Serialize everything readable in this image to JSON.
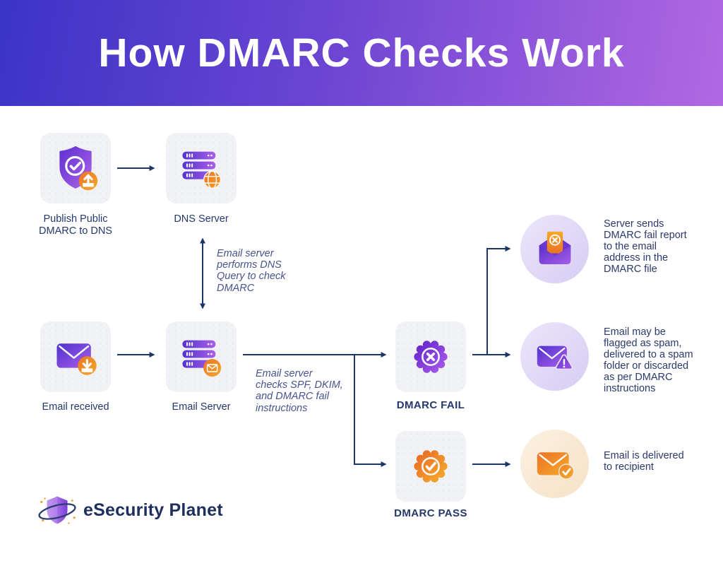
{
  "header": {
    "title": "How DMARC Checks Work"
  },
  "nodes": {
    "publish": {
      "label": "Publish Public\nDMARC to DNS",
      "icon": "shield-check-upload-icon"
    },
    "dns_server": {
      "label": "DNS Server",
      "icon": "server-globe-icon"
    },
    "email_received": {
      "label": "Email received",
      "icon": "envelope-download-icon"
    },
    "email_server": {
      "label": "Email Server",
      "icon": "server-envelope-icon"
    },
    "dmarc_fail": {
      "label": "DMARC FAIL",
      "icon": "fail-seal-icon"
    },
    "dmarc_pass": {
      "label": "DMARC PASS",
      "icon": "pass-seal-icon"
    }
  },
  "annotations": {
    "dns_query": "Email server\nperforms DNS\nQuery to check\nDMARC",
    "checks": "Email server\nchecks SPF, DKIM,\nand DMARC fail\ninstructions"
  },
  "outcomes": [
    {
      "icon": "envelope-fail-report-icon",
      "text": "Server sends\nDMARC fail report\nto the email\naddress in the\nDMARC file"
    },
    {
      "icon": "envelope-spam-warning-icon",
      "text": "Email may be\nflagged as spam,\ndelivered to a spam\nfolder or discarded\nas per DMARC\ninstructions"
    },
    {
      "icon": "envelope-delivered-icon",
      "text": "Email is delivered\nto recipient"
    }
  ],
  "footer": {
    "brand": "eSecurity Planet"
  },
  "colors": {
    "header_gradient_from": "#3b34c7",
    "header_gradient_to": "#b268e2",
    "arrow": "#1c3767",
    "label_navy": "#25386b",
    "annotation_blue": "#47538e",
    "purple_dark": "#5a2fd0",
    "purple_light": "#a95fe8",
    "orange_dark": "#ea7324",
    "orange_light": "#f6a92d",
    "node_bg": "#f1f2f6",
    "lavender_circle": "#d9d0f3",
    "peach_circle": "#f8e8d3"
  }
}
